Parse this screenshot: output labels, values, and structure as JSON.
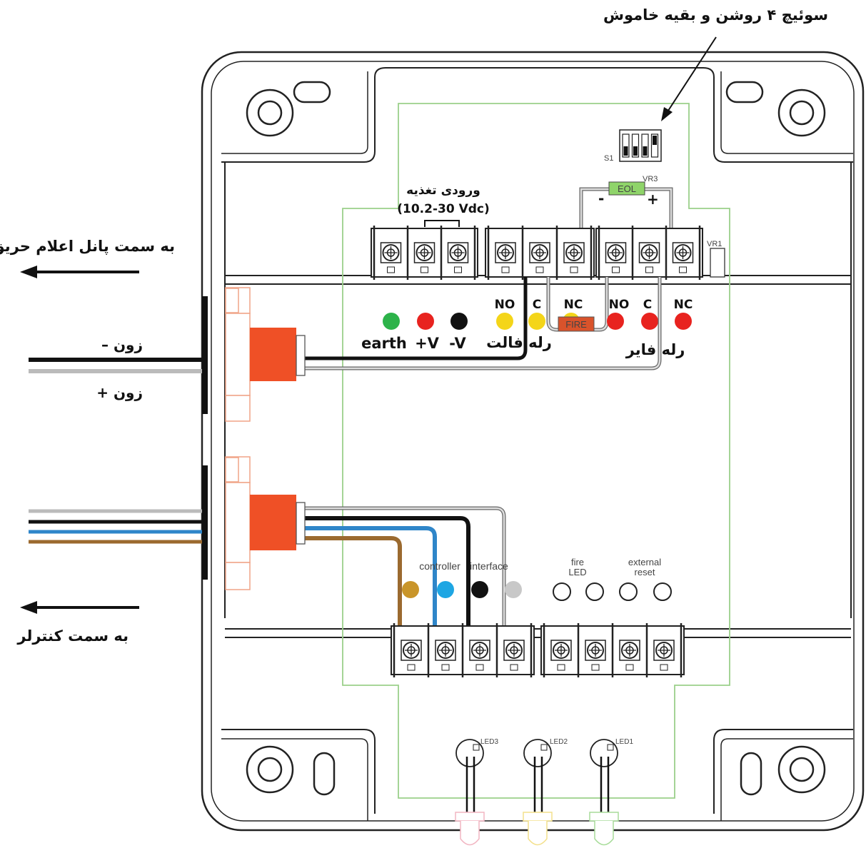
{
  "labels": {
    "switch_note": "سوئیچ ۴ روشن و بقیه خاموش",
    "to_fire_panel": "به سمت پانل اعلام حریق",
    "to_controller": "به سمت کنترلر",
    "zone_minus": "– زون",
    "zone_plus": "+ زون",
    "power_input_title": "ورودی تغذیه",
    "power_input_range": "(10.2-30 Vdc)",
    "fault_relay": "رله فالت",
    "fire_relay": "رله فایر",
    "earth": "earth",
    "plus_v": "+V",
    "minus_v": "-V",
    "no": "NO",
    "c": "C",
    "nc": "NC",
    "fire": "FIRE",
    "eol": "EOL",
    "eol_minus": "-",
    "eol_plus": "+",
    "s1": "S1",
    "vr3": "VR3",
    "vr1": "VR1",
    "controller": "controller",
    "interface": "interface",
    "fire_led": [
      "fire",
      "LED"
    ],
    "external_reset": [
      "external",
      "reset"
    ],
    "led3": "LED3",
    "led2": "LED2",
    "led1": "LED1"
  },
  "colors": {
    "earth": "#2db34a",
    "plus_v": "#e8231f",
    "minus_v": "#111111",
    "fault_led": "#f4d519",
    "fire_led": "#e8231f",
    "connector": "#ef5026",
    "fire_resistor": "#d9532b",
    "eol_resistor": "#8fd46a",
    "wire_brown": "#9b6a2f",
    "wire_blue": "#2f86c9",
    "wire_black": "#111111",
    "wire_grey": "#b5b5b5",
    "dot_amber": "#c9952a",
    "dot_cyan": "#1ea6e3",
    "dot_black": "#111111",
    "dot_grey": "#c8c8c8"
  }
}
